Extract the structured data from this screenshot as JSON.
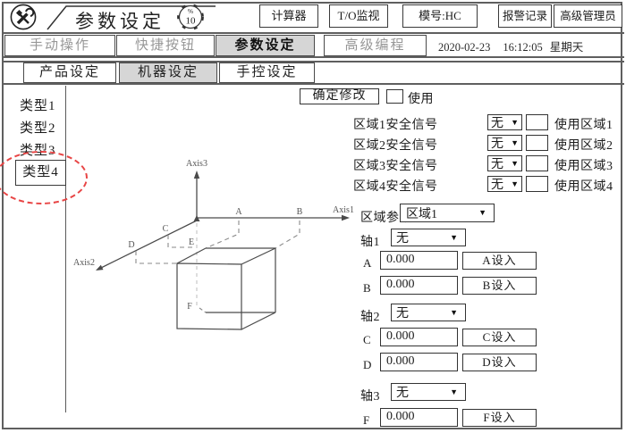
{
  "header": {
    "title": "参数设定",
    "gauge": {
      "percent": "%",
      "value": "10"
    },
    "buttons": [
      {
        "label": "计算器"
      },
      {
        "label": "T/O监视"
      },
      {
        "label": "模号:HC"
      },
      {
        "label": "报警记录"
      },
      {
        "label": "高级管理员"
      }
    ]
  },
  "tabs": {
    "main": [
      {
        "label": "手动操作",
        "selected": false
      },
      {
        "label": "快捷按钮",
        "selected": false
      },
      {
        "label": "参数设定",
        "selected": true
      },
      {
        "label": "高级编程",
        "selected": false
      }
    ],
    "sub": [
      {
        "label": "产品设定",
        "selected": false
      },
      {
        "label": "机器设定",
        "selected": true
      },
      {
        "label": "手控设定",
        "selected": false
      }
    ]
  },
  "datetime": {
    "date": "2020-02-23",
    "time": "16:12:05",
    "weekday": "星期天"
  },
  "sidebar": {
    "items": [
      {
        "label": "类型1",
        "selected": false
      },
      {
        "label": "类型2",
        "selected": false
      },
      {
        "label": "类型3",
        "selected": false
      },
      {
        "label": "类型4",
        "selected": true
      }
    ]
  },
  "diagram": {
    "axes": {
      "axis1": "Axis1",
      "axis2": "Axis2",
      "axis3": "Axis3"
    },
    "points": {
      "a": "A",
      "b": "B",
      "c": "C",
      "d": "D",
      "e": "E",
      "f": "F"
    }
  },
  "panel": {
    "confirm_button": "确定修改",
    "use_checkbox_label": "使用",
    "zones": [
      {
        "label": "区域1安全信号",
        "value": "无",
        "use_label": "使用区域1"
      },
      {
        "label": "区域2安全信号",
        "value": "无",
        "use_label": "使用区域2"
      },
      {
        "label": "区域3安全信号",
        "value": "无",
        "use_label": "使用区域3"
      },
      {
        "label": "区域4安全信号",
        "value": "无",
        "use_label": "使用区域4"
      }
    ],
    "zone_param": {
      "label": "区域参数",
      "value": "区域1"
    },
    "axis_sections": [
      {
        "label": "轴1",
        "value": "无",
        "rows": [
          {
            "key": "A",
            "value": "0.000",
            "button": "A设入"
          },
          {
            "key": "B",
            "value": "0.000",
            "button": "B设入"
          }
        ]
      },
      {
        "label": "轴2",
        "value": "无",
        "rows": [
          {
            "key": "C",
            "value": "0.000",
            "button": "C设入"
          },
          {
            "key": "D",
            "value": "0.000",
            "button": "D设入"
          }
        ]
      },
      {
        "label": "轴3",
        "value": "无",
        "rows": [
          {
            "key": "F",
            "value": "0.000",
            "button": "F设入"
          }
        ]
      }
    ]
  },
  "icons": {
    "dropdown_arrow": "▼"
  }
}
